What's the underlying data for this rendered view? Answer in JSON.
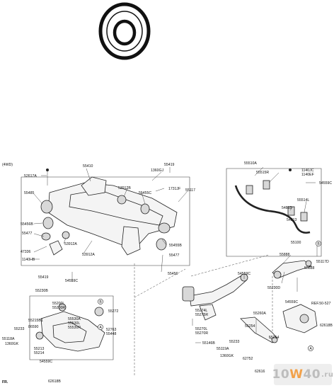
{
  "variant_label": "(4WD)",
  "ref_label": "REF.50-527",
  "fr_label": "FR.",
  "watermark": {
    "prefix": "10",
    "accent": "W",
    "mid": "40",
    "suffix": ".ru"
  },
  "parts": [
    "55419",
    "1360GJ",
    "1731JF",
    "55117",
    "52617A",
    "55410",
    "53912B",
    "55455C",
    "55485",
    "55456B",
    "55477",
    "47336",
    "53912A",
    "53912A",
    "1140HB",
    "55455B",
    "55477",
    "55456",
    "55419",
    "54559C",
    "55510A",
    "55515R",
    "1140JC",
    "1140EF",
    "54559C",
    "54813",
    "55514L",
    "54813",
    "55100",
    "55888",
    "55888",
    "55117D",
    "55230D",
    "54559C",
    "55230B",
    "55200L",
    "55200R",
    "55215B1",
    "55530A",
    "55530L",
    "55530R",
    "86590",
    "55233",
    "55118A",
    "1360GK",
    "55213",
    "55214",
    "55272",
    "52763",
    "55448",
    "54559C",
    "62618B",
    "54559C",
    "55274L",
    "55275R",
    "55270L",
    "55270R",
    "55146B",
    "55119A",
    "1360GK",
    "55233",
    "55260A",
    "55254",
    "55254",
    "62752",
    "62616",
    "62618B"
  ]
}
